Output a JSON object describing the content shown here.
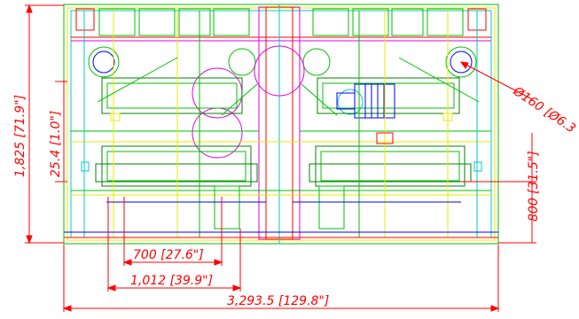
{
  "drawing": {
    "dimensions": {
      "overall_height": "1,825 [71.9\"]",
      "small_offset": "25.4 [1.0\"]",
      "inner_width": "700 [27.6\"]",
      "mid_width": "1,012 [39.9\"]",
      "overall_width": "3,293.5 [129.8\"]",
      "right_height": "800 [31.5\"]",
      "hole_diameter": "Ø160 [Ø6.3"
    },
    "colors": {
      "dimension": "#ff0000",
      "green": "#00c000",
      "dark_green": "#008000",
      "yellow": "#e8e800",
      "cyan": "#00c8c8",
      "magenta": "#e000e0",
      "blue": "#0000ff",
      "red": "#ff0000"
    }
  }
}
